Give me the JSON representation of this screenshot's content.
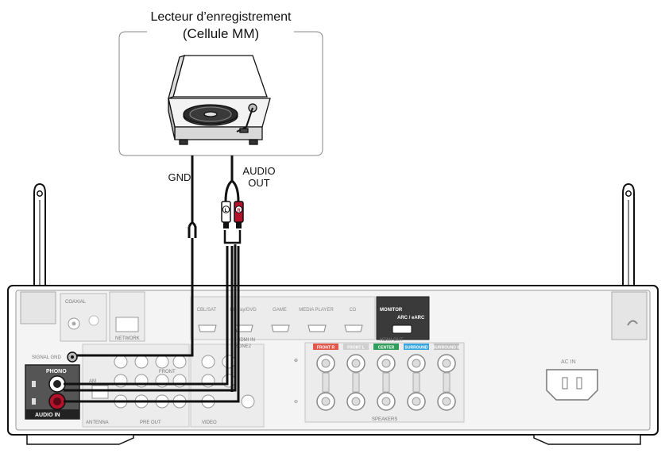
{
  "turntable": {
    "title_line1": "Lecteur d’enregistrement",
    "title_line2": "(Cellule MM)"
  },
  "cables": {
    "gnd_label": "GND",
    "audio_out_line1": "AUDIO",
    "audio_out_line2": "OUT",
    "plug_left": "L",
    "plug_right": "R",
    "wire_color": "#111111",
    "rca_red": "#b3122a"
  },
  "receiver": {
    "coaxial": "COAXIAL",
    "network": "NETWORK",
    "antenna": "ANTENNA",
    "signal_gnd": "SIGNAL GND",
    "phono": "PHONO",
    "audio_in": "AUDIO IN",
    "am": "AM",
    "front": "FRONT",
    "pre_out": "PRE OUT",
    "video": "VIDEO",
    "zone2": "ZONE2",
    "hdmi_inputs": [
      "CBL/SAT",
      "Blu-ray/DVD",
      "GAME",
      "MEDIA PLAYER",
      "CD"
    ],
    "hdmi_in_label": "HDMI IN",
    "monitor": "MONITOR",
    "arc": "ARC / eARC",
    "hdmi_out": "HDMI OUT",
    "speaker_channels": [
      "FRONT R",
      "FRONT L",
      "CENTER",
      "SURROUND",
      "SURROUND B"
    ],
    "speaker_colors": [
      "#e4584c",
      "#cfcfcf",
      "#2f9e5a",
      "#37a6e0",
      "#bdbdbd"
    ],
    "speakers": "SPEAKERS",
    "ac_in": "AC IN",
    "plus_sign": "⊕",
    "minus_sign": "⊖"
  }
}
